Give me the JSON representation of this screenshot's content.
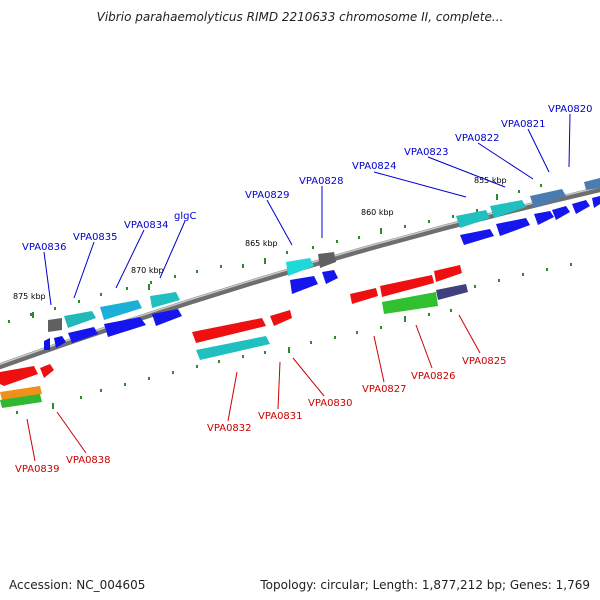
{
  "title": "Vibrio parahaemolyticus RIMD 2210633 chromosome II, complete...",
  "footer": {
    "accession": "Accession: NC_004605",
    "summary": "Topology: circular; Length: 1,877,212 bp; Genes: 1,769"
  },
  "scale_labels": [
    "855 kbp",
    "860 kbp",
    "865 kbp",
    "870 kbp",
    "875 kbp"
  ],
  "genes_top": [
    "VPA0820",
    "VPA0821",
    "VPA0822",
    "VPA0823",
    "VPA0824",
    "VPA0828",
    "VPA0829",
    "glgC",
    "VPA0834",
    "VPA0835",
    "VPA0836"
  ],
  "genes_bottom": [
    "VPA0825",
    "VPA0826",
    "VPA0827",
    "VPA0830",
    "VPA0831",
    "VPA0832",
    "VPA0838",
    "VPA0839"
  ],
  "colors": {
    "forward_label": "#0000cc",
    "reverse_label": "#cc0000",
    "backbone": "#8a8a8a",
    "ticks": "#2a8a2a"
  }
}
